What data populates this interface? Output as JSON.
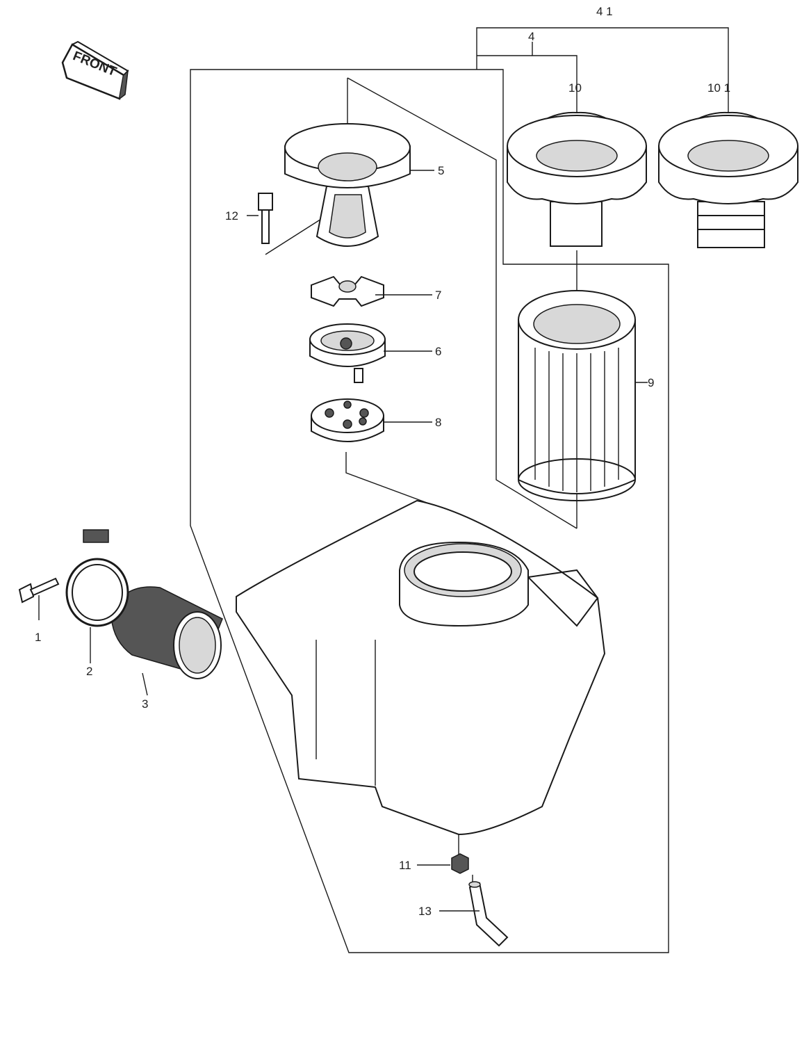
{
  "badge": {
    "text": "FRONT"
  },
  "labels": {
    "p1": "1",
    "p2": "2",
    "p3": "3",
    "p4": "4",
    "p4_1": "4 1",
    "p5": "5",
    "p6": "6",
    "p7": "7",
    "p8": "8",
    "p9": "9",
    "p10": "10",
    "p10_1": "10 1",
    "p11": "11",
    "p12": "12",
    "p13": "13"
  }
}
